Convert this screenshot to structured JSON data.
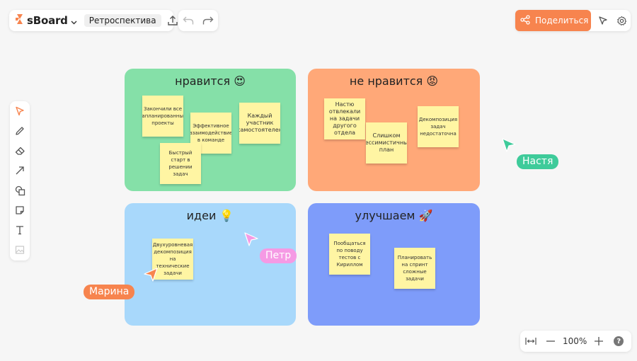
{
  "app": {
    "logo_text": "sBoard",
    "board_title": "Ретроспектива"
  },
  "header": {
    "share_label": "Поделиться"
  },
  "colors": {
    "accent": "#f7844e",
    "quad_likes": "#85e0a8",
    "quad_dislikes": "#ffa878",
    "quad_ideas": "#a8d8fb",
    "quad_improve": "#7e9cfa",
    "sticky": "#fff5a3"
  },
  "toolbar": {
    "tools": [
      "select-icon",
      "pen-icon",
      "eraser-icon",
      "arrow-icon",
      "shapes-icon",
      "sticky-note-icon",
      "text-icon",
      "image-icon"
    ]
  },
  "quadrants": {
    "likes": {
      "title": "нравится 😍",
      "stickies": [
        "Закончили все запланированные проекты",
        "Эффективное взаимодействие в команде",
        "Каждый участник самостоятелен",
        "Быстрый старт в решении задач"
      ]
    },
    "dislikes": {
      "title": "не нравится 😡",
      "stickies": [
        "Настю отвлекали на задачи другого отдела",
        "Слишком пессимистичный план",
        "Декомпозиция задач недостаточна"
      ]
    },
    "ideas": {
      "title": "идеи 💡",
      "stickies": [
        "Двухуровневая декомпозиция на технические задачи"
      ]
    },
    "improve": {
      "title": "улучшаем 🚀",
      "stickies": [
        "Пообщаться по поводу тестов с Кириллом",
        "Планировать на спринт сложные задачи"
      ]
    }
  },
  "cursors": {
    "nastya": {
      "name": "Настя",
      "color": "#3ecb9a"
    },
    "petr": {
      "name": "Петр",
      "color": "#f59ae4"
    },
    "marina": {
      "name": "Марина",
      "color": "#f7844e"
    }
  },
  "zoom": {
    "value": "100%",
    "help": "?"
  }
}
